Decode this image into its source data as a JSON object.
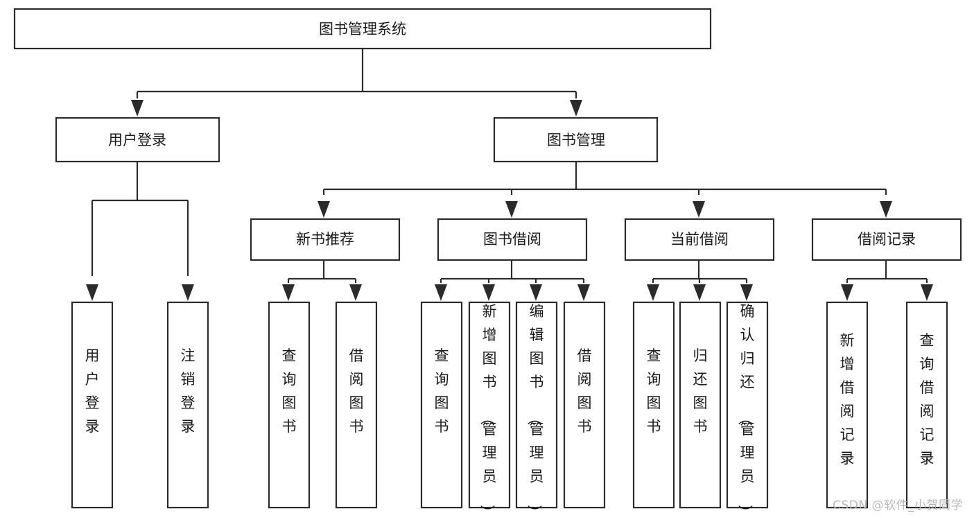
{
  "diagram": {
    "type": "tree-hierarchy",
    "title": "图书管理系统",
    "watermark": "CSDN @软件_小贺同学",
    "colors": {
      "stroke": "#2b2b2b",
      "fill": "#ffffff",
      "text": "#1a1a1a",
      "watermark": "#b9b9b9",
      "background": "#ffffff"
    },
    "levels": {
      "root_label": "图书管理系统",
      "level2": [
        "用户登录",
        "图书管理"
      ],
      "level3": [
        "新书推荐",
        "图书借阅",
        "当前借阅",
        "借阅记录"
      ]
    },
    "nodes": {
      "root": {
        "label": "图书管理系统",
        "orientation": "horizontal"
      },
      "user_login": {
        "label": "用户登录",
        "orientation": "horizontal"
      },
      "book_manage": {
        "label": "图书管理",
        "orientation": "horizontal"
      },
      "new_book_rec": {
        "label": "新书推荐",
        "orientation": "horizontal"
      },
      "book_borrow": {
        "label": "图书借阅",
        "orientation": "horizontal"
      },
      "current_borrow": {
        "label": "当前借阅",
        "orientation": "horizontal"
      },
      "borrow_record": {
        "label": "借阅记录",
        "orientation": "horizontal"
      },
      "leaf_user_login": {
        "label": "用户登录",
        "orientation": "vertical"
      },
      "leaf_logout": {
        "label": "注销登录",
        "orientation": "vertical"
      },
      "leaf_query_book_a": {
        "label": "查询图书",
        "orientation": "vertical"
      },
      "leaf_borrow_book_a": {
        "label": "借阅图书",
        "orientation": "vertical"
      },
      "leaf_query_book_b": {
        "label": "查询图书",
        "orientation": "vertical"
      },
      "leaf_add_book": {
        "label": "新增图书（管理员）",
        "orientation": "vertical"
      },
      "leaf_edit_book": {
        "label": "编辑图书（管理员）",
        "orientation": "vertical"
      },
      "leaf_borrow_book_b": {
        "label": "借阅图书",
        "orientation": "vertical"
      },
      "leaf_query_book_c": {
        "label": "查询图书",
        "orientation": "vertical"
      },
      "leaf_return_book": {
        "label": "归还图书",
        "orientation": "vertical"
      },
      "leaf_confirm_return": {
        "label": "确认归还（管理员）",
        "orientation": "vertical"
      },
      "leaf_add_record": {
        "label": "新增借阅记录",
        "orientation": "vertical"
      },
      "leaf_query_record": {
        "label": "查询借阅记录",
        "orientation": "vertical"
      }
    },
    "groups": [
      {
        "parent": "用户登录",
        "children": [
          "用户登录",
          "注销登录"
        ]
      },
      {
        "parent": "新书推荐",
        "children": [
          "查询图书",
          "借阅图书"
        ]
      },
      {
        "parent": "图书借阅",
        "children": [
          "查询图书",
          "新增图书（管理员）",
          "编辑图书（管理员）",
          "借阅图书"
        ]
      },
      {
        "parent": "当前借阅",
        "children": [
          "查询图书",
          "归还图书",
          "确认归还（管理员）"
        ]
      },
      {
        "parent": "借阅记录",
        "children": [
          "新增借阅记录",
          "查询借阅记录"
        ]
      }
    ]
  }
}
